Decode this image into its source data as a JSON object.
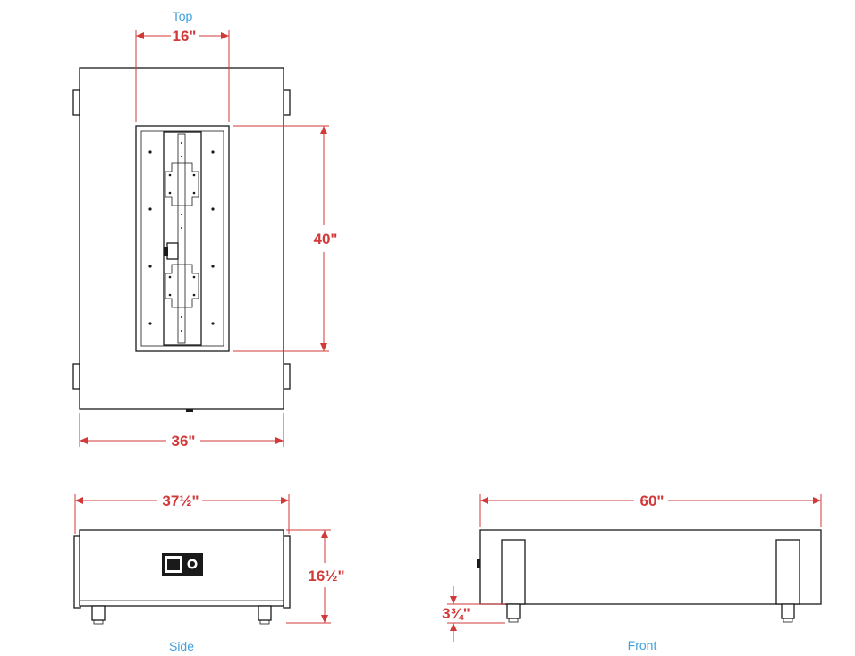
{
  "views": {
    "top": {
      "title": "Top",
      "burner_width": "16\"",
      "burner_length": "40\"",
      "overall_width": "36\""
    },
    "side": {
      "title": "Side",
      "overall_width": "37½\"",
      "overall_height": "16½\""
    },
    "front": {
      "title": "Front",
      "overall_width": "60\"",
      "leg_height": "3¾\""
    }
  },
  "colors": {
    "dimension": "#d23a3a",
    "title": "#3fa0dc",
    "line": "#1a1a1a"
  }
}
